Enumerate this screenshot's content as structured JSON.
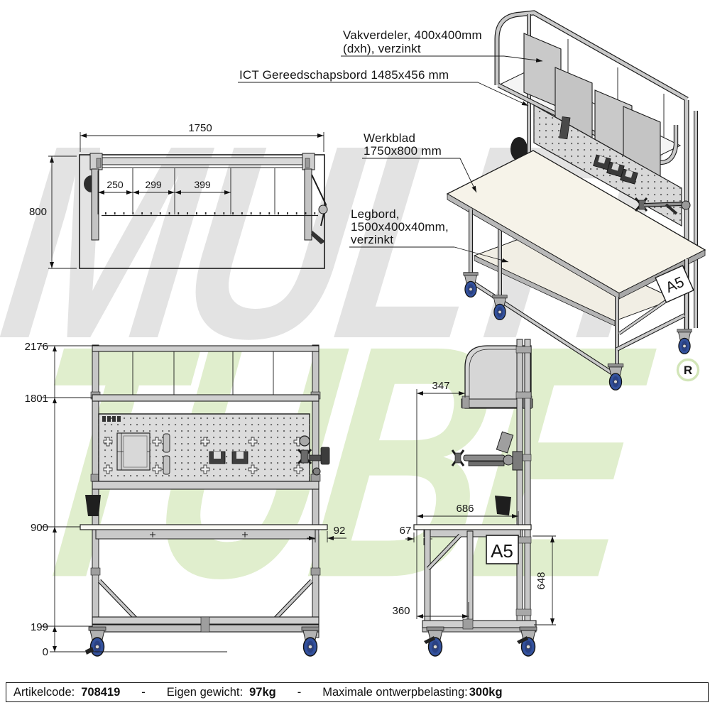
{
  "watermark": {
    "word1": "MULTI",
    "word2": "TUBE",
    "registered": "R",
    "gray": "#e3e3e3",
    "green": "#e0eecd"
  },
  "callouts": {
    "vakverdeler": {
      "line1": "Vakverdeler, 400x400mm",
      "line2": "(dxh), verzinkt"
    },
    "gereedschapsbord": {
      "line1": "ICT Gereedschapsbord 1485x456 mm"
    },
    "werkblad": {
      "line1": "Werkblad",
      "line2": "1750x800 mm"
    },
    "legbord": {
      "line1": "Legbord,",
      "line2": "1500x400x40mm,",
      "line3": "verzinkt"
    }
  },
  "top_view": {
    "dim_width": "1750",
    "dim_depth": "800",
    "dim_seg1": "250",
    "dim_seg2": "299",
    "dim_seg3": "399"
  },
  "front_view": {
    "dim_total_height": "2176",
    "dim_frame_top": "1801",
    "dim_worktop": "900",
    "dim_lower_shelf": "199",
    "dim_ground": "0",
    "dim_overhang": "92"
  },
  "side_view": {
    "dim_top_shelf_depth": "347",
    "dim_worktop_depth": "686",
    "dim_front_overhang": "67",
    "dim_under_worktop": "648",
    "dim_leg_span": "360",
    "sign": "A5"
  },
  "iso_view": {
    "sign": "A5"
  },
  "footer": {
    "artikelcode_label": "Artikelcode:",
    "artikelcode_value": "708419",
    "sep1": "-",
    "gewicht_label": "Eigen gewicht:",
    "gewicht_value": "97kg",
    "sep2": "-",
    "belasting_label": "Maximale ontwerpbelasting:",
    "belasting_value": "300kg"
  },
  "colors": {
    "line": "#1c1c1c",
    "caster_blue": "#33519c",
    "worktop": "#f6f3e9",
    "pegboard": "#dcdcdc",
    "panel_gray": "#c9c9c9"
  }
}
